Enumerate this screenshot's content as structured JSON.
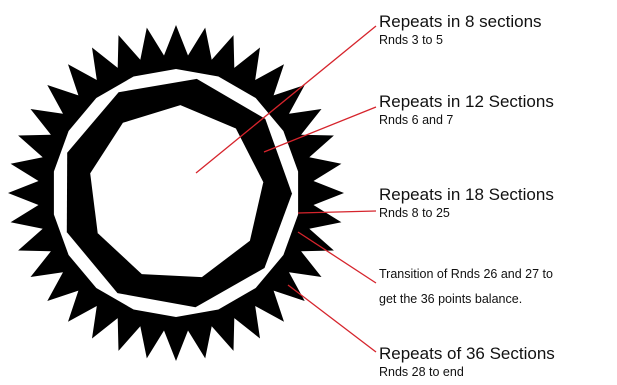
{
  "colors": {
    "ink": "#000000",
    "leader": "#d6242c",
    "background": "#ffffff"
  },
  "annotations": [
    {
      "heading": "Repeats in 8 sections",
      "detail": "Rnds 3 to 5"
    },
    {
      "heading": "Repeats in 12 Sections",
      "detail": "Rnds 6 and 7"
    },
    {
      "heading": "Repeats in 18 Sections",
      "detail": "Rnds 8 to 25"
    },
    {
      "note_line_1": "Transition of Rnds 26 and 27 to",
      "note_line_2": "get the 36 points balance."
    },
    {
      "heading": "Repeats of 36 Sections",
      "detail": "Rnds 28 to end"
    }
  ]
}
